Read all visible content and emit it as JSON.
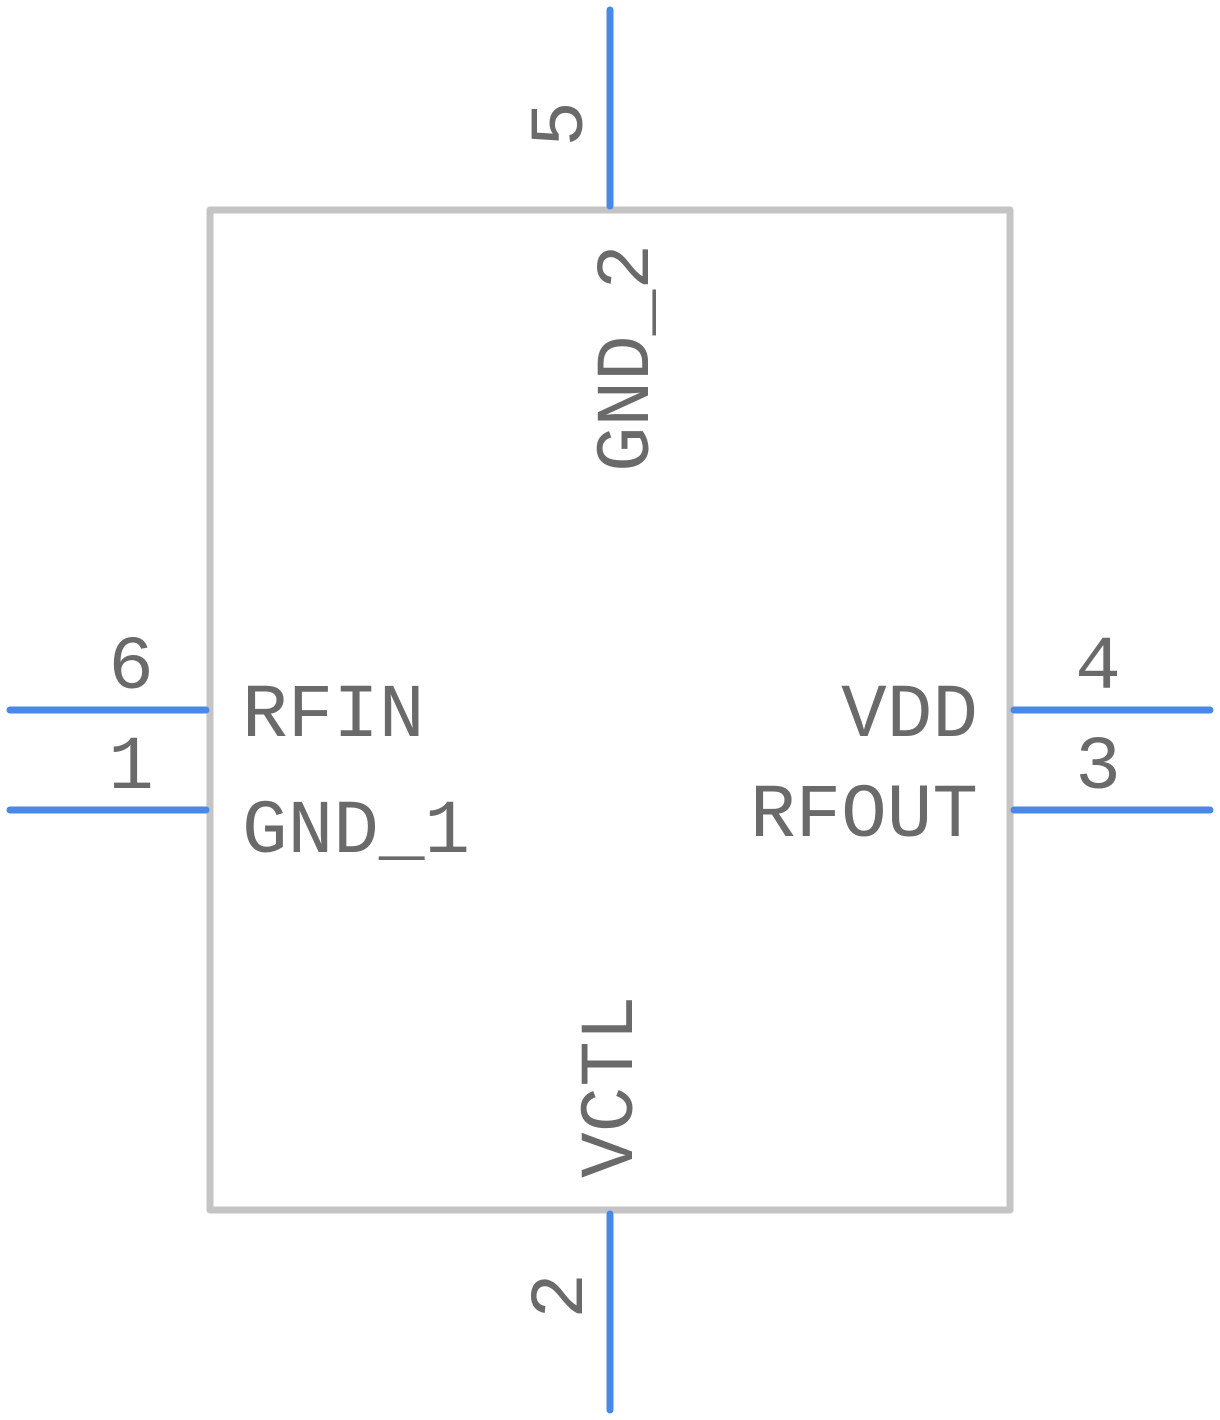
{
  "component": {
    "pins": {
      "p1": {
        "number": "1",
        "name": "GND_1"
      },
      "p2": {
        "number": "2",
        "name": "VCTL"
      },
      "p3": {
        "number": "3",
        "name": "RFOUT"
      },
      "p4": {
        "number": "4",
        "name": "VDD"
      },
      "p5": {
        "number": "5",
        "name": "GND_2"
      },
      "p6": {
        "number": "6",
        "name": "RFIN"
      }
    }
  },
  "colors": {
    "body_outline": "#c4c4c4",
    "pin_line": "#4a88e8",
    "text": "#6a6a6a",
    "background": "#ffffff"
  }
}
